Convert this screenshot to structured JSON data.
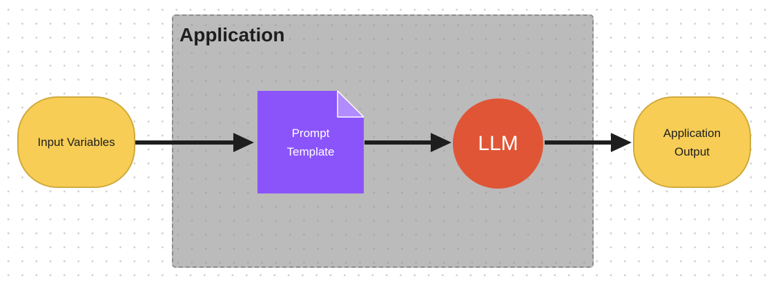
{
  "container": {
    "title": "Application"
  },
  "nodes": {
    "input": {
      "label": "Input Variables"
    },
    "prompt": {
      "label": "Prompt\nTemplate"
    },
    "llm": {
      "label": "LLM"
    },
    "output": {
      "label": "Application\nOutput"
    }
  },
  "edges": [
    {
      "from": "Input Variables",
      "to": "Prompt Template"
    },
    {
      "from": "Prompt Template",
      "to": "LLM"
    },
    {
      "from": "LLM",
      "to": "Application Output"
    }
  ],
  "colors": {
    "pill_fill": "#f7cd55",
    "document_fill": "#8b54fb",
    "llm_fill": "#e05536",
    "container_fill": "#bbbbbb",
    "arrow": "#1e1e1e"
  }
}
